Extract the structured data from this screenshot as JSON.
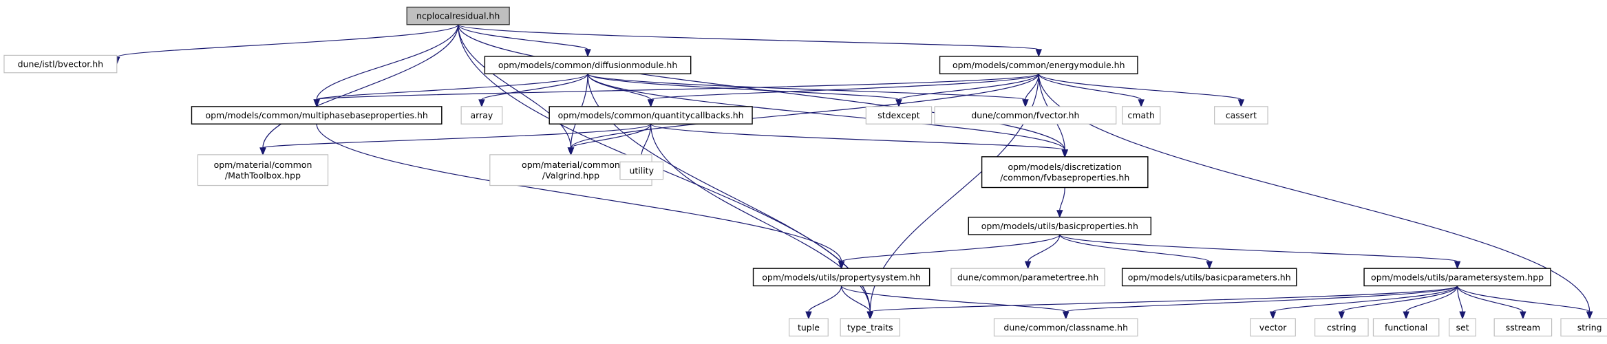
{
  "title": "ncplocalresidual.hh include dependency graph",
  "colors": {
    "edge": "#191970",
    "root_fill": "#bfbfbf",
    "doc_border": "#000000",
    "ext_border": "#bfbfbf"
  },
  "nodes": [
    {
      "id": "root",
      "kind": "root",
      "lines": [
        "ncplocalresidual.hh"
      ]
    },
    {
      "id": "bvector",
      "kind": "ext",
      "lines": [
        "dune/istl/bvector.hh"
      ]
    },
    {
      "id": "diffusion",
      "kind": "doc",
      "lines": [
        "opm/models/common/diffusionmodule.hh"
      ]
    },
    {
      "id": "energy",
      "kind": "doc",
      "lines": [
        "opm/models/common/energymodule.hh"
      ]
    },
    {
      "id": "multiphase",
      "kind": "doc",
      "lines": [
        "opm/models/common/multiphasebaseproperties.hh"
      ]
    },
    {
      "id": "array",
      "kind": "ext",
      "lines": [
        "array"
      ]
    },
    {
      "id": "quantity",
      "kind": "doc",
      "lines": [
        "opm/models/common/quantitycallbacks.hh"
      ]
    },
    {
      "id": "stdexcept",
      "kind": "ext",
      "lines": [
        "stdexcept"
      ]
    },
    {
      "id": "fvector",
      "kind": "ext",
      "lines": [
        "dune/common/fvector.hh"
      ]
    },
    {
      "id": "cmath",
      "kind": "ext",
      "lines": [
        "cmath"
      ]
    },
    {
      "id": "cassert",
      "kind": "ext",
      "lines": [
        "cassert"
      ]
    },
    {
      "id": "mathtoolbox",
      "kind": "ext",
      "lines": [
        "opm/material/common",
        "/MathToolbox.hpp"
      ]
    },
    {
      "id": "valgrind",
      "kind": "ext",
      "lines": [
        "opm/material/common",
        "/Valgrind.hpp"
      ]
    },
    {
      "id": "utility",
      "kind": "ext",
      "lines": [
        "utility"
      ]
    },
    {
      "id": "fvbase",
      "kind": "doc",
      "lines": [
        "opm/models/discretization",
        "/common/fvbaseproperties.hh"
      ]
    },
    {
      "id": "basicprops",
      "kind": "doc",
      "lines": [
        "opm/models/utils/basicproperties.hh"
      ]
    },
    {
      "id": "propsys",
      "kind": "doc",
      "lines": [
        "opm/models/utils/propertysystem.hh"
      ]
    },
    {
      "id": "paramtree",
      "kind": "ext",
      "lines": [
        "dune/common/parametertree.hh"
      ]
    },
    {
      "id": "basicparams",
      "kind": "doc",
      "lines": [
        "opm/models/utils/basicparameters.hh"
      ]
    },
    {
      "id": "paramsys",
      "kind": "doc",
      "lines": [
        "opm/models/utils/parametersystem.hpp"
      ]
    },
    {
      "id": "tuple",
      "kind": "ext",
      "lines": [
        "tuple"
      ]
    },
    {
      "id": "typetraits",
      "kind": "ext",
      "lines": [
        "type_traits"
      ]
    },
    {
      "id": "classname",
      "kind": "ext",
      "lines": [
        "dune/common/classname.hh"
      ]
    },
    {
      "id": "vector",
      "kind": "ext",
      "lines": [
        "vector"
      ]
    },
    {
      "id": "cstring",
      "kind": "ext",
      "lines": [
        "cstring"
      ]
    },
    {
      "id": "functional",
      "kind": "ext",
      "lines": [
        "functional"
      ]
    },
    {
      "id": "set",
      "kind": "ext",
      "lines": [
        "set"
      ]
    },
    {
      "id": "sstream",
      "kind": "ext",
      "lines": [
        "sstream"
      ]
    },
    {
      "id": "string",
      "kind": "ext",
      "lines": [
        "string"
      ]
    }
  ],
  "edges": [
    [
      "root",
      "bvector"
    ],
    [
      "root",
      "diffusion"
    ],
    [
      "root",
      "energy"
    ],
    [
      "root",
      "multiphase"
    ],
    [
      "root",
      "mathtoolbox"
    ],
    [
      "root",
      "valgrind"
    ],
    [
      "root",
      "fvbase"
    ],
    [
      "root",
      "typetraits"
    ],
    [
      "diffusion",
      "multiphase"
    ],
    [
      "diffusion",
      "array"
    ],
    [
      "diffusion",
      "quantity"
    ],
    [
      "diffusion",
      "stdexcept"
    ],
    [
      "diffusion",
      "fvector"
    ],
    [
      "diffusion",
      "valgrind"
    ],
    [
      "diffusion",
      "fvbase"
    ],
    [
      "diffusion",
      "typetraits"
    ],
    [
      "energy",
      "multiphase"
    ],
    [
      "energy",
      "quantity"
    ],
    [
      "energy",
      "stdexcept"
    ],
    [
      "energy",
      "fvector"
    ],
    [
      "energy",
      "cmath"
    ],
    [
      "energy",
      "cassert"
    ],
    [
      "energy",
      "valgrind"
    ],
    [
      "energy",
      "fvbase"
    ],
    [
      "energy",
      "typetraits"
    ],
    [
      "energy",
      "string"
    ],
    [
      "multiphase",
      "propsys"
    ],
    [
      "quantity",
      "mathtoolbox"
    ],
    [
      "quantity",
      "valgrind"
    ],
    [
      "quantity",
      "utility"
    ],
    [
      "quantity",
      "fvbase"
    ],
    [
      "quantity",
      "typetraits"
    ],
    [
      "fvbase",
      "basicprops"
    ],
    [
      "basicprops",
      "propsys"
    ],
    [
      "basicprops",
      "paramtree"
    ],
    [
      "basicprops",
      "basicparams"
    ],
    [
      "basicprops",
      "paramsys"
    ],
    [
      "propsys",
      "tuple"
    ],
    [
      "propsys",
      "typetraits"
    ],
    [
      "propsys",
      "classname"
    ],
    [
      "paramsys",
      "typetraits"
    ],
    [
      "paramsys",
      "classname"
    ],
    [
      "paramsys",
      "vector"
    ],
    [
      "paramsys",
      "cstring"
    ],
    [
      "paramsys",
      "functional"
    ],
    [
      "paramsys",
      "set"
    ],
    [
      "paramsys",
      "sstream"
    ],
    [
      "paramsys",
      "string"
    ]
  ]
}
